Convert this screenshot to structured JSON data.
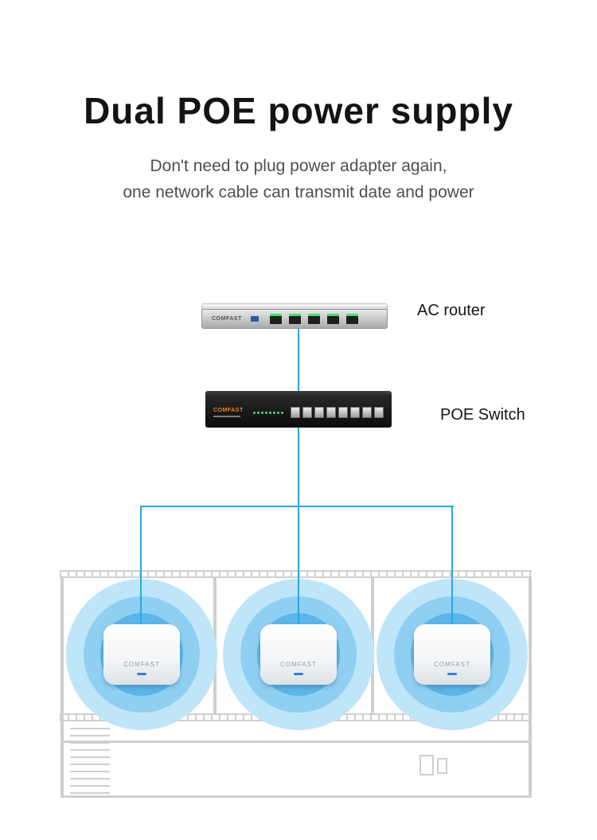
{
  "page": {
    "title": "Dual POE power supply",
    "subtitle_line1": "Don't need to plug power adapter again,",
    "subtitle_line2": "one network cable can transmit date and power"
  },
  "diagram": {
    "router": {
      "label": "AC router",
      "brand": "COMFAST"
    },
    "switch": {
      "label": "POE Switch",
      "brand": "COMFAST"
    },
    "access_points": [
      {
        "brand": "COMFAST"
      },
      {
        "brand": "COMFAST"
      },
      {
        "brand": "COMFAST"
      }
    ]
  },
  "colors": {
    "cable": "#2aa9e0",
    "wifi_outer": "#bfe5f8",
    "wifi_mid": "#8fd0f2",
    "wifi_inner": "#5cb5e9",
    "building": "#cfcfcf",
    "title_text": "#141414",
    "subtitle_text": "#4f4f4f",
    "led_green": "#43e06b",
    "switch_brand_orange": "#f08519",
    "ap_led_blue": "#3a7bd5"
  }
}
